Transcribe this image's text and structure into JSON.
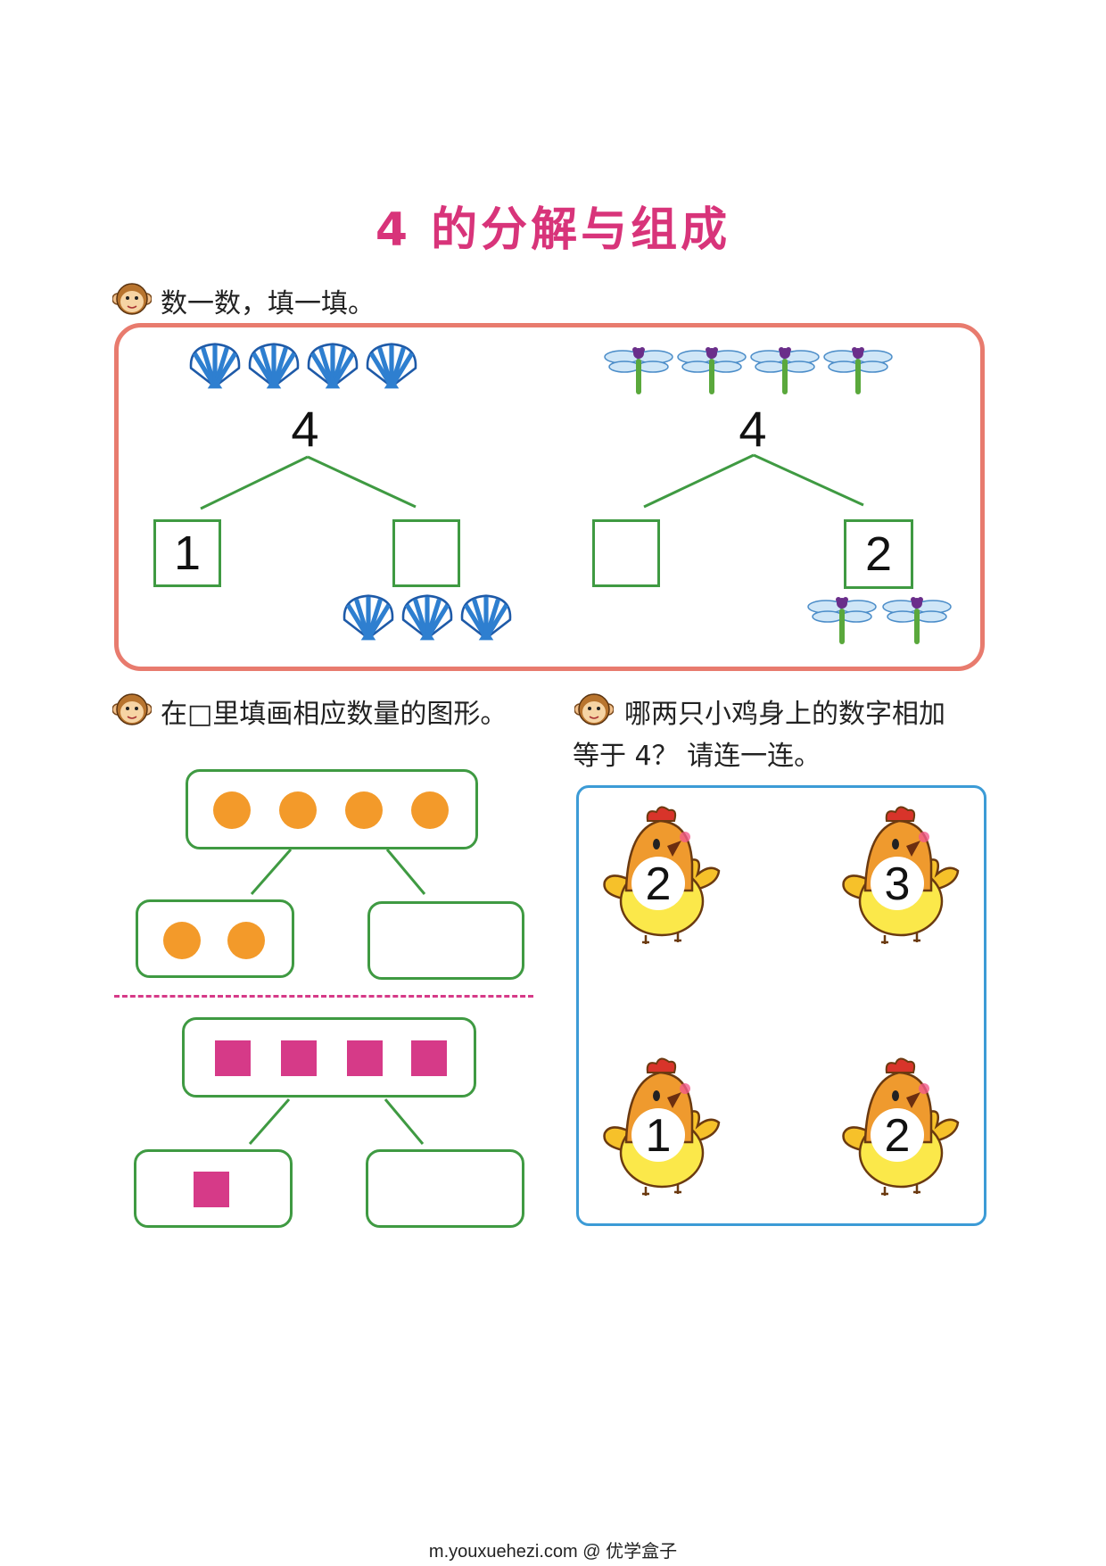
{
  "title": "4 的分解与组成",
  "sections": {
    "count_fill": {
      "instruction": "数一数，填一填。",
      "left": {
        "total": "4",
        "left_box": "1",
        "right_box": ""
      },
      "right": {
        "total": "4",
        "left_box": "",
        "right_box": "2"
      }
    },
    "draw_shapes": {
      "instruction": "在□里填画相应数量的图形。"
    },
    "chickens": {
      "instruction_line1": "哪两只小鸡身上的数字相加",
      "instruction_line2": "等于 4？ 请连一连。",
      "numbers": [
        "2",
        "3",
        "1",
        "2"
      ]
    }
  },
  "footer": "m.youxuehezi.com @ 优学盒子",
  "colors": {
    "title": "#d8347a",
    "frame_red": "#e87b6e",
    "frame_blue": "#3c9bd6",
    "green": "#3f9a42",
    "orange_dot": "#f39a2a",
    "pink_square": "#d63a88"
  },
  "icons": [
    "monkey-face-icon",
    "shell-icon",
    "dragonfly-icon",
    "chicken-icon"
  ]
}
